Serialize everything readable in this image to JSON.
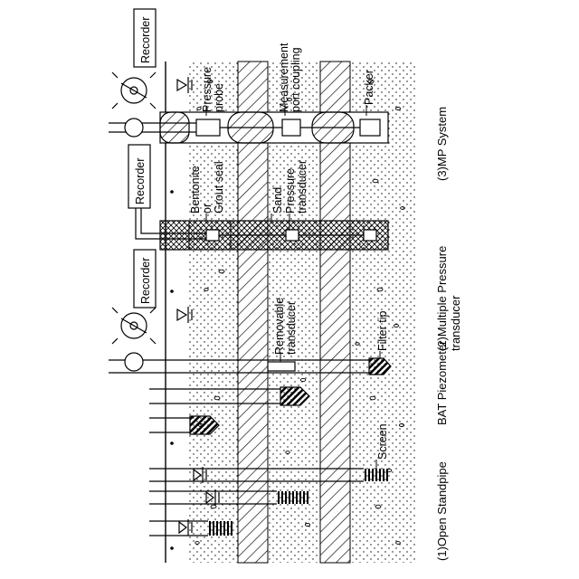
{
  "captions": {
    "open_standpipe": "(1)Open Standpipe",
    "bat_piezometer": "BAT Piezometer",
    "multiple_pressure": "(2)Multiple Pressure",
    "multiple_pressure_2": "transducer",
    "mp_system": "(3)MP System"
  },
  "recorders": [
    "Recorder",
    "Recorder",
    "Recorder"
  ],
  "labels": {
    "pressure_probe": [
      "Pressure",
      "probe"
    ],
    "measurement_port": [
      "Measurement",
      "port coupling"
    ],
    "packer": "Packer",
    "bentonite": [
      "Bentonite",
      "or",
      "Grout seal"
    ],
    "sand": "Sand",
    "pressure_transducer": [
      "Pressure",
      "transducer"
    ],
    "removable_transducer": [
      "Removable",
      "transducer"
    ],
    "filter_tip": "Filter tip",
    "screen": "Screen"
  },
  "colors": {
    "line": "#000000",
    "background": "#ffffff"
  }
}
